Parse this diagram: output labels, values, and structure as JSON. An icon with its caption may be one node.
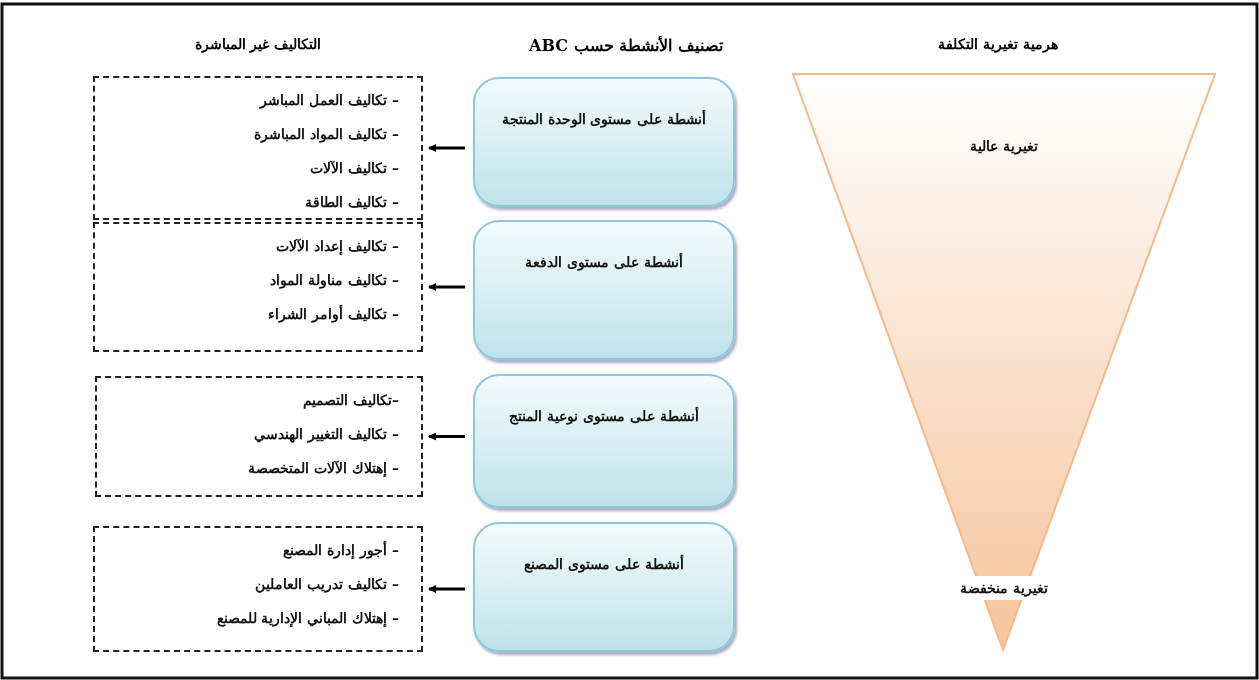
{
  "diagram": {
    "nodes": [
      {
        "text": [
          "– تكاليف العمل المباشر",
          "– تكاليف المواد المباشرة",
          "– تكاليف الآلات",
          "– تكاليف الطاقة"
        ]
      },
      {
        "text": [
          "– تكاليف إعداد الآلات",
          "– تكاليف مناولة المواد",
          "– تكاليف أوامر الشراء"
        ]
      },
      {
        "text": [
          "–تكاليف التصميم",
          "– تكاليف التغيير الهندسي",
          "– إهتلاك الآلات المتخصصة"
        ]
      },
      {
        "text": [
          "– أجور إدارة المصنع",
          "– تكاليف تدريب العاملين",
          "– إهتلاك المباني الإدارية للمصنع"
        ]
      },
      {
        "text": [
          "أنشطة على مستوى الوحدة المنتجة"
        ]
      },
      {
        "text": [
          "أنشطة على مستوى الدفعة"
        ]
      },
      {
        "text": [
          "أنشطة على مستوى نوعية المنتج"
        ]
      },
      {
        "text": [
          "أنشطة على مستوى المصنع"
        ]
      },
      {
        "text": [
          "تغيرية عالية",
          "تغيرية منخفضة"
        ]
      }
    ],
    "edges": [
      {
        "from": 4,
        "to": 0,
        "arrow": "to"
      },
      {
        "from": 5,
        "to": 1,
        "arrow": "to"
      },
      {
        "from": 6,
        "to": 2,
        "arrow": "to"
      },
      {
        "from": 7,
        "to": 3,
        "arrow": "to"
      }
    ],
    "labels": [
      "التكاليف غير المباشرة",
      "تصنيف الأنشطة حسب ABC",
      "هرمية تغيرية التكلفة"
    ]
  }
}
